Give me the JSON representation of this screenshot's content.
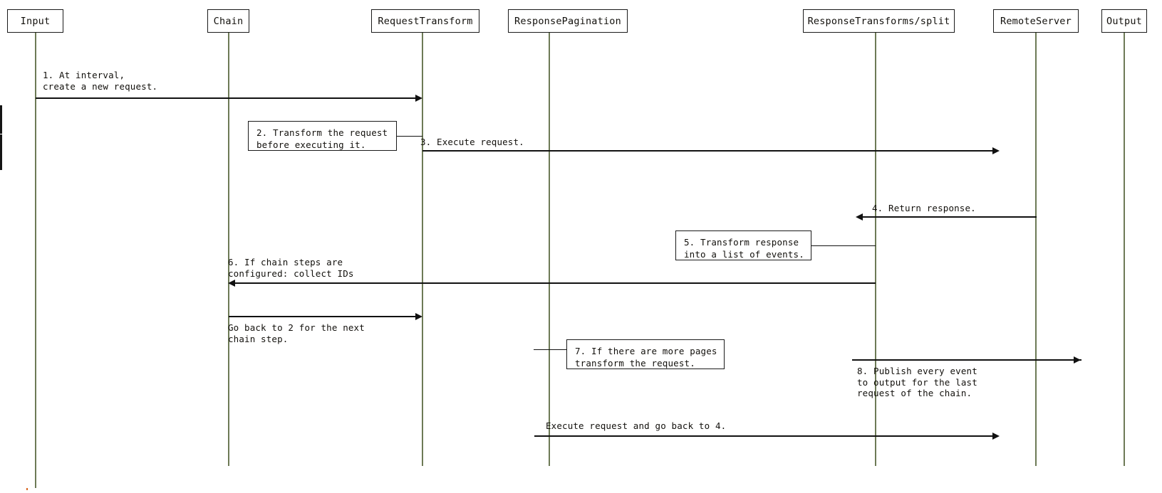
{
  "diagram": {
    "type": "sequence-diagram",
    "title": "",
    "participants": [
      {
        "id": "input",
        "label": "Input"
      },
      {
        "id": "chain",
        "label": "Chain"
      },
      {
        "id": "reqtrans",
        "label": "RequestTransform"
      },
      {
        "id": "resppag",
        "label": "ResponsePagination"
      },
      {
        "id": "resptrans",
        "label": "ResponseTransforms/split"
      },
      {
        "id": "remote",
        "label": "RemoteServer"
      },
      {
        "id": "output",
        "label": "Output"
      }
    ],
    "messages": [
      {
        "number": "1",
        "label": "1. At interval,\ncreate a new request.",
        "from": "input",
        "to": "reqtrans",
        "direction": "right"
      },
      {
        "number": "3",
        "label": "3. Execute request.",
        "from": "reqtrans",
        "to": "remote",
        "direction": "right"
      },
      {
        "number": "4",
        "label": "4. Return response.",
        "from": "remote",
        "to": "resptrans",
        "direction": "left"
      },
      {
        "number": "6",
        "label": "6. If chain steps are\nconfigured: collect IDs",
        "from": "resptrans",
        "to": "chain",
        "direction": "left"
      },
      {
        "number": "",
        "label": "Go back to 2 for the next\nchain step.",
        "from": "chain",
        "to": "reqtrans",
        "direction": "right"
      },
      {
        "number": "8",
        "label": "8. Publish every event\nto output for the last\nrequest of the chain.",
        "from": "resptrans",
        "to": "output",
        "direction": "right"
      },
      {
        "number": "",
        "label": "Execute request and go back to 4.",
        "from": "resppag",
        "to": "remote",
        "direction": "right"
      }
    ],
    "notes": [
      {
        "number": "2",
        "label": "2. Transform the request\nbefore executing it.",
        "attached_to": "reqtrans",
        "side": "left"
      },
      {
        "number": "5",
        "label": "5. Transform response\ninto a list of events.",
        "attached_to": "resptrans",
        "side": "left"
      },
      {
        "number": "7",
        "label": "7. If there are more pages\ntransform the request.",
        "attached_to": "resppag",
        "side": "right"
      }
    ],
    "colors": {
      "background": "#ffffff",
      "lifeline": "#6d7a56",
      "stroke": "#111111",
      "text": "#12100c"
    }
  }
}
